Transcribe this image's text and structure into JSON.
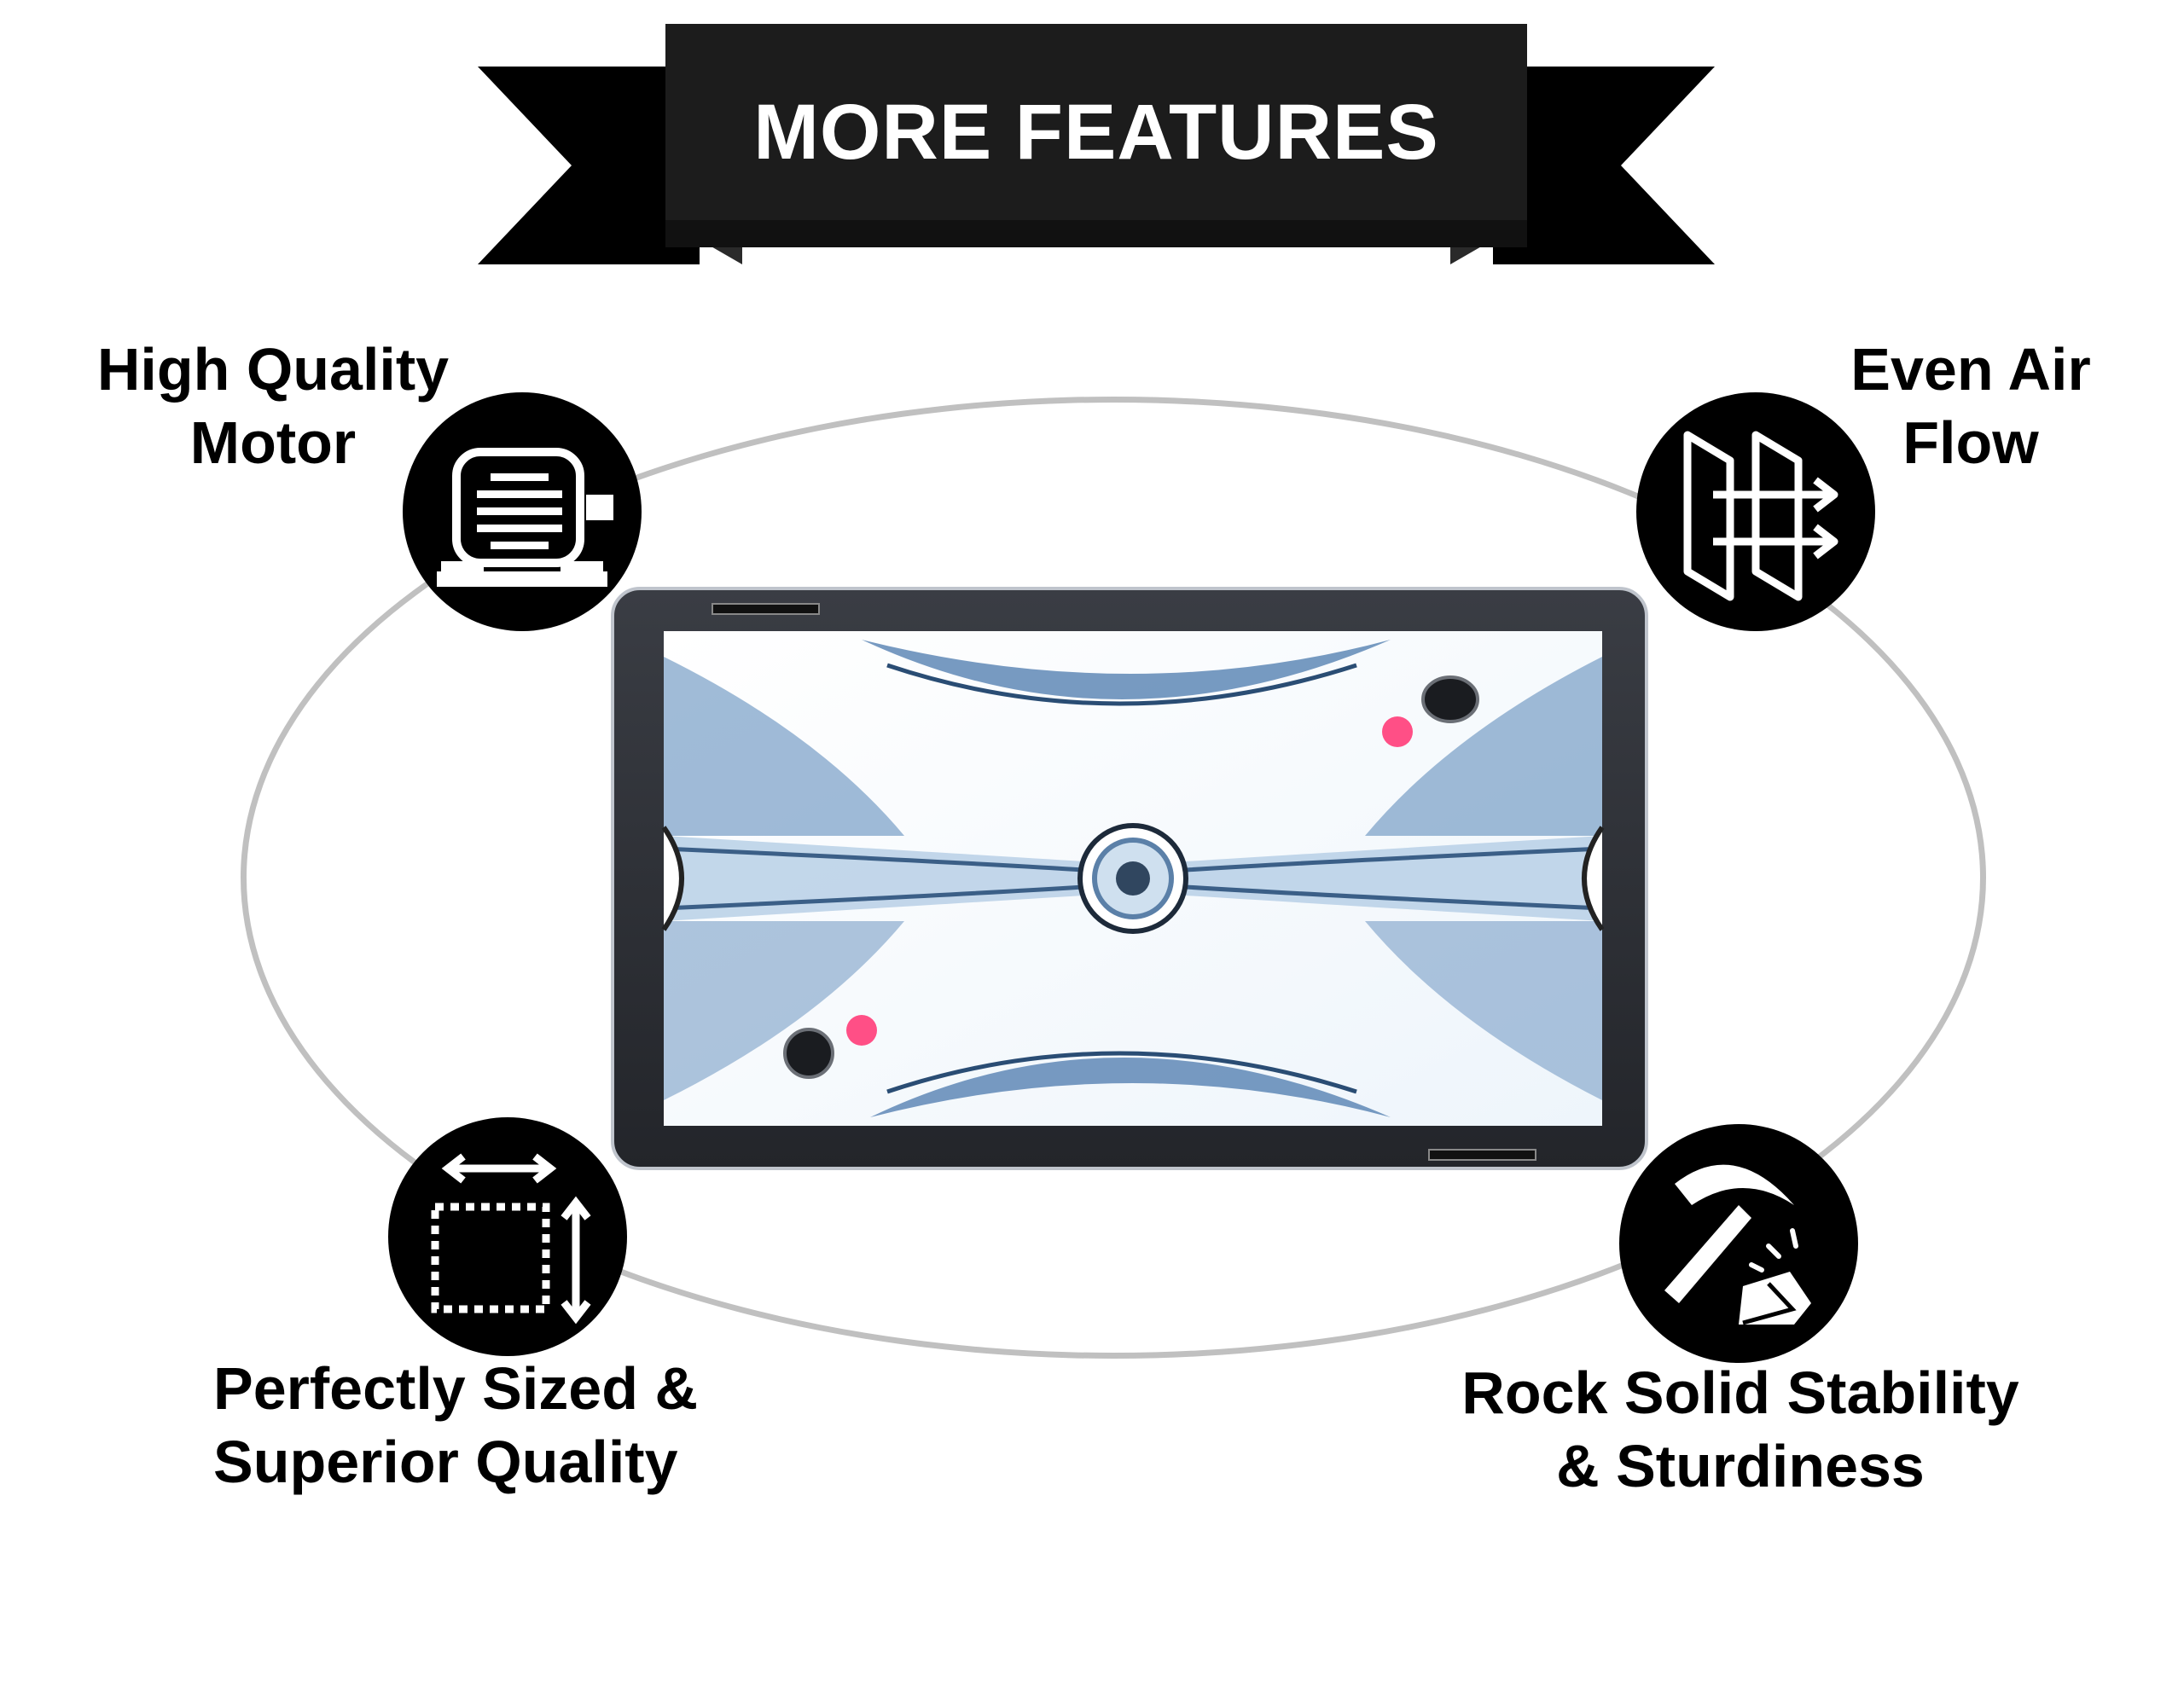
{
  "banner": {
    "title": "MORE FEATURES"
  },
  "features": {
    "motor": {
      "line1": "High Quality",
      "line2": "Motor",
      "icon": "motor-icon"
    },
    "airflow": {
      "line1": "Even Air",
      "line2": "Flow",
      "icon": "air-flow-icon"
    },
    "size": {
      "line1": "Perfectly Sized &",
      "line2": "Superior Quality",
      "icon": "dimensions-icon"
    },
    "stability": {
      "line1": "Rock Solid Stability",
      "line2": "& Sturdiness",
      "icon": "pickaxe-rock-icon"
    }
  },
  "colors": {
    "banner": "#1c1c1c",
    "oval": "#c0c0c0",
    "puck": "#ff4f86",
    "surface": "#f4f9fd",
    "accent": "#5f88b6"
  }
}
